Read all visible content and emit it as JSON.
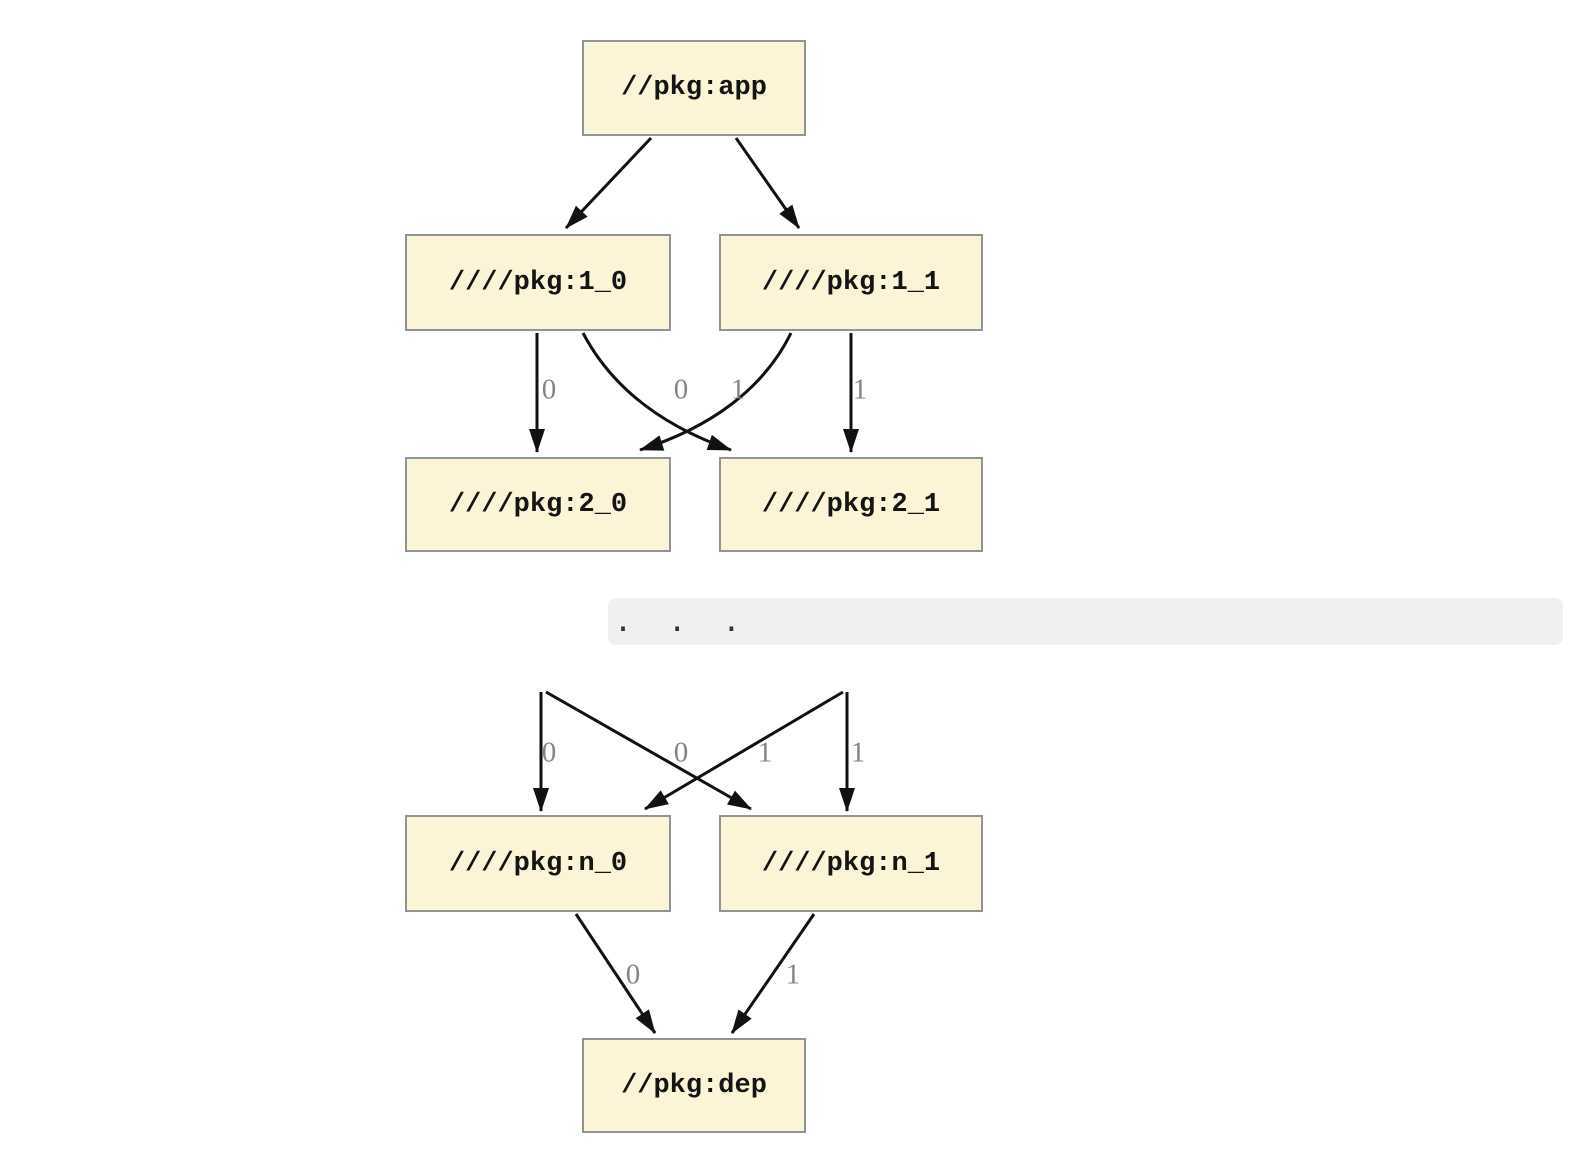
{
  "diagram": {
    "kind": "dependency-graph",
    "nodes": {
      "app": "//pkg:app",
      "l1_0": "////pkg:1_0",
      "l1_1": "////pkg:1_1",
      "l2_0": "////pkg:2_0",
      "l2_1": "////pkg:2_1",
      "ln_0": "////pkg:n_0",
      "ln_1": "////pkg:n_1",
      "dep": "//pkg:dep"
    },
    "edges": [
      {
        "from": "//pkg:app",
        "to": "////pkg:1_0",
        "label": ""
      },
      {
        "from": "//pkg:app",
        "to": "////pkg:1_1",
        "label": ""
      },
      {
        "from": "////pkg:1_0",
        "to": "////pkg:2_0",
        "label": "0"
      },
      {
        "from": "////pkg:1_0",
        "to": "////pkg:2_1",
        "label": "1"
      },
      {
        "from": "////pkg:1_1",
        "to": "////pkg:2_0",
        "label": "0"
      },
      {
        "from": "////pkg:1_1",
        "to": "////pkg:2_1",
        "label": "1"
      },
      {
        "from": "...",
        "to": "////pkg:n_0",
        "label": "0"
      },
      {
        "from": "...",
        "to": "////pkg:n_1",
        "label": "1"
      },
      {
        "from": "...",
        "to": "////pkg:n_0",
        "label": "0"
      },
      {
        "from": "...",
        "to": "////pkg:n_1",
        "label": "1"
      },
      {
        "from": "////pkg:n_0",
        "to": "//pkg:dep",
        "label": "0"
      },
      {
        "from": "////pkg:n_1",
        "to": "//pkg:dep",
        "label": "1"
      }
    ],
    "edge_labels": {
      "tier1": [
        "0",
        "0",
        "1",
        "1"
      ],
      "tier2": [
        "0",
        "0",
        "1",
        "1"
      ],
      "tier3": [
        "0",
        "1"
      ]
    },
    "ellipsis": ".  .  .",
    "colors": {
      "node_fill": "#fbf4d7",
      "node_border": "#8f9494",
      "edge": "#111111",
      "edge_label": "#848484",
      "ellipsis_bar": "#f0f0f0",
      "background": "#ffffff"
    }
  }
}
